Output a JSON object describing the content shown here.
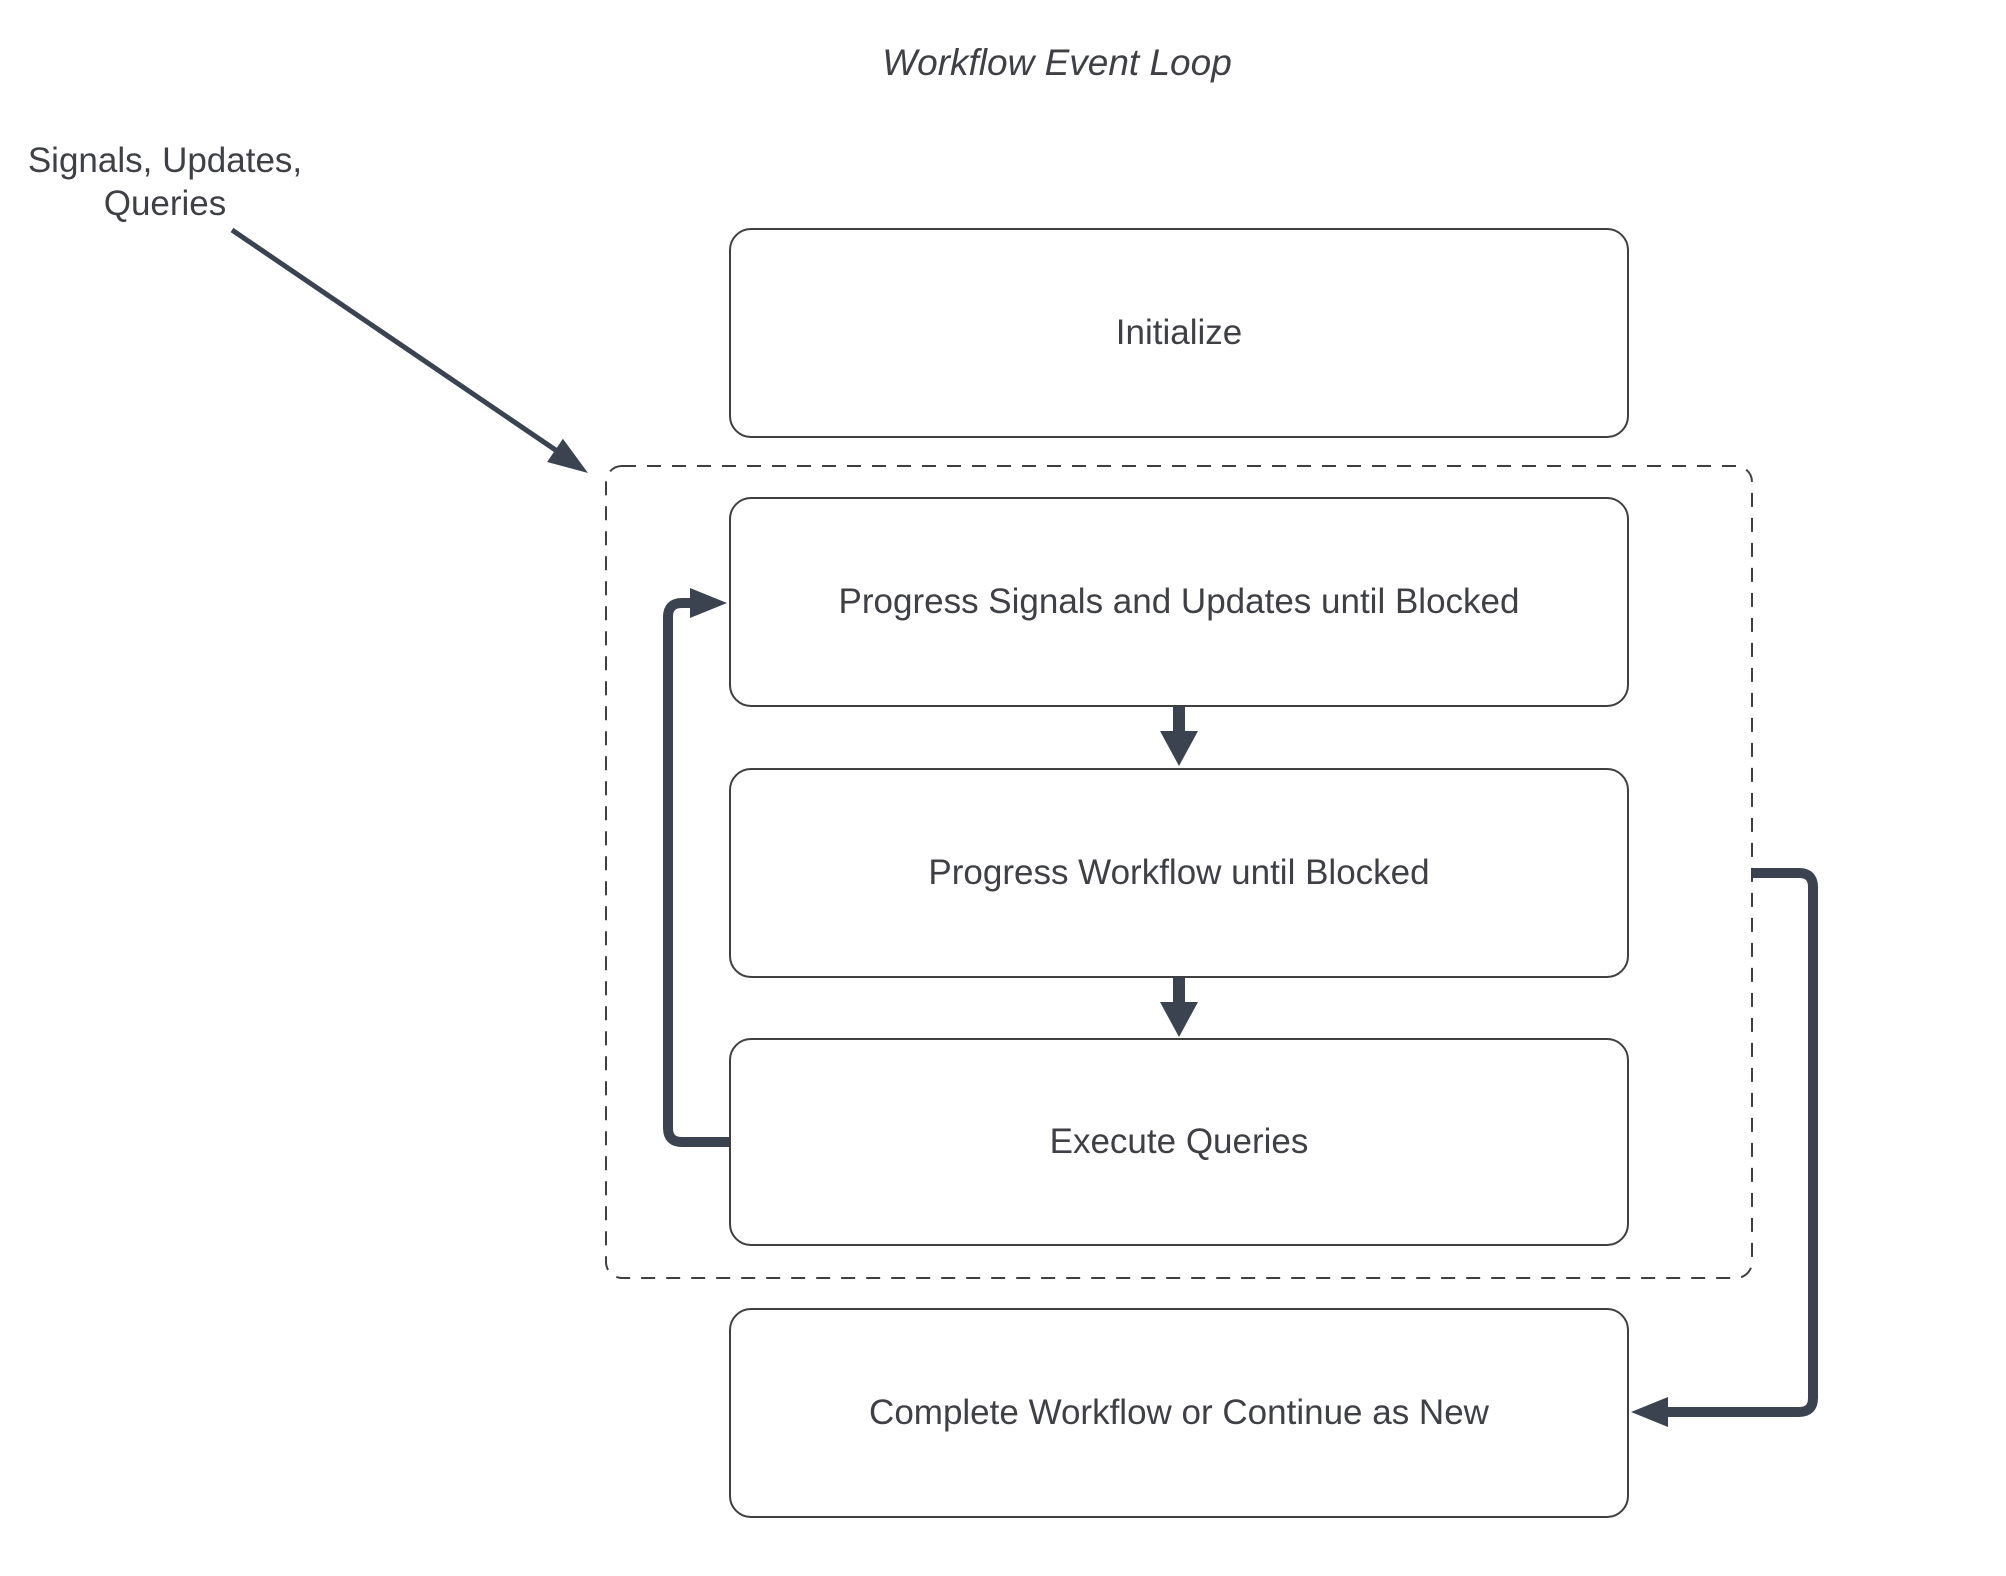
{
  "title": "Workflow Event Loop",
  "external_inputs": {
    "line1": "Signals, Updates,",
    "line2": "Queries"
  },
  "nodes": {
    "initialize": "Initialize",
    "progress_signals": "Progress Signals and Updates until Blocked",
    "progress_workflow": "Progress Workflow until Blocked",
    "execute_queries": "Execute Queries",
    "complete_workflow": "Complete Workflow or Continue as New"
  },
  "colors": {
    "connector": "#3b4351",
    "box_border": "#3f3f3f",
    "text": "#3f4045",
    "background": "#ffffff"
  }
}
